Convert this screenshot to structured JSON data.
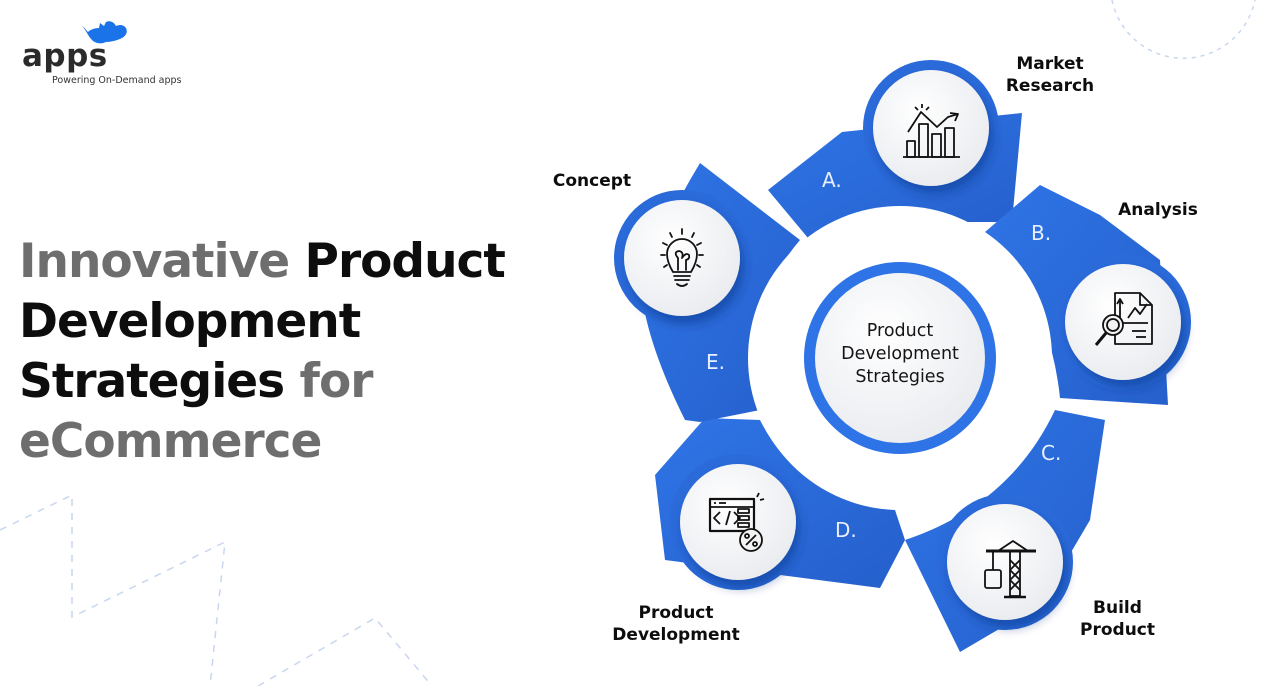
{
  "brand": {
    "logo_text": "apps",
    "tagline": "Powering On-Demand apps",
    "accent_color": "#1a73e8"
  },
  "headline": {
    "line1_gray": "Innovative ",
    "line1_dark": "Product",
    "line2_dark": "Development",
    "line3_dark": "Strategies ",
    "line3_gray": "for",
    "line4_gray": "eCommerce"
  },
  "diagram": {
    "center_lines": [
      "Product",
      "Development",
      "Strategies"
    ],
    "ring_color": "#2a6ad9",
    "steps": [
      {
        "letter": "A.",
        "title_lines": [
          "Market",
          "Research"
        ],
        "icon": "bar-chart-growth-icon"
      },
      {
        "letter": "B.",
        "title_lines": [
          "Analysis"
        ],
        "icon": "document-magnifier-icon"
      },
      {
        "letter": "C.",
        "title_lines": [
          "Build",
          "Product"
        ],
        "icon": "construction-crane-icon"
      },
      {
        "letter": "D.",
        "title_lines": [
          "Product",
          "Development"
        ],
        "icon": "code-window-percent-icon"
      },
      {
        "letter": "E.",
        "title_lines": [
          "Concept"
        ],
        "icon": "lightbulb-idea-icon"
      }
    ]
  }
}
